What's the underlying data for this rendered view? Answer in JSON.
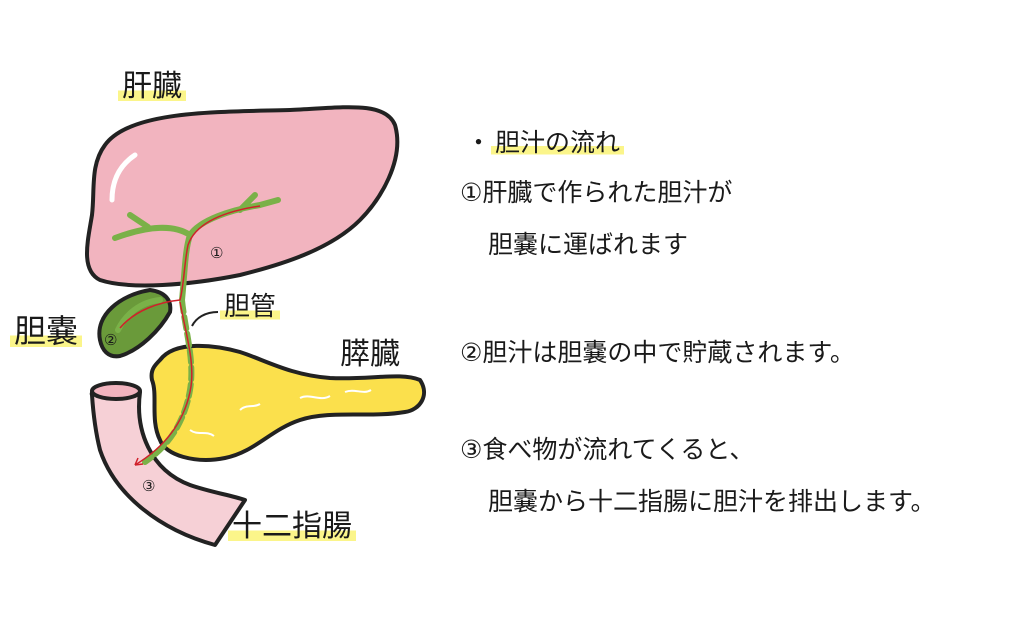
{
  "labels": {
    "liver": "肝臓",
    "gallbladder": "胆嚢",
    "bile_duct": "胆管",
    "pancreas": "膵臓",
    "duodenum": "十二指腸",
    "marker1": "①",
    "marker2": "②",
    "marker3": "③"
  },
  "explanation": {
    "heading": "胆汁の流れ",
    "bullet": "・",
    "step1_line1": "①肝臓で作られた胆汁が",
    "step1_line2": "胆嚢に運ばれます",
    "step2_line1": "②胆汁は胆嚢の中で貯蔵されます。",
    "step3_line1": "③食べ物が流れてくると、",
    "step3_line2": "胆嚢から十二指腸に胆汁を排出します。"
  },
  "colors": {
    "liver": "#f2b4bf",
    "gallbladder": "#6a9a3a",
    "pancreas": "#fbe04c",
    "duodenum": "#f6d0d6",
    "duct": "#7ab148",
    "flow_arrow": "#d0202a",
    "highlight": "#fbf58a"
  }
}
